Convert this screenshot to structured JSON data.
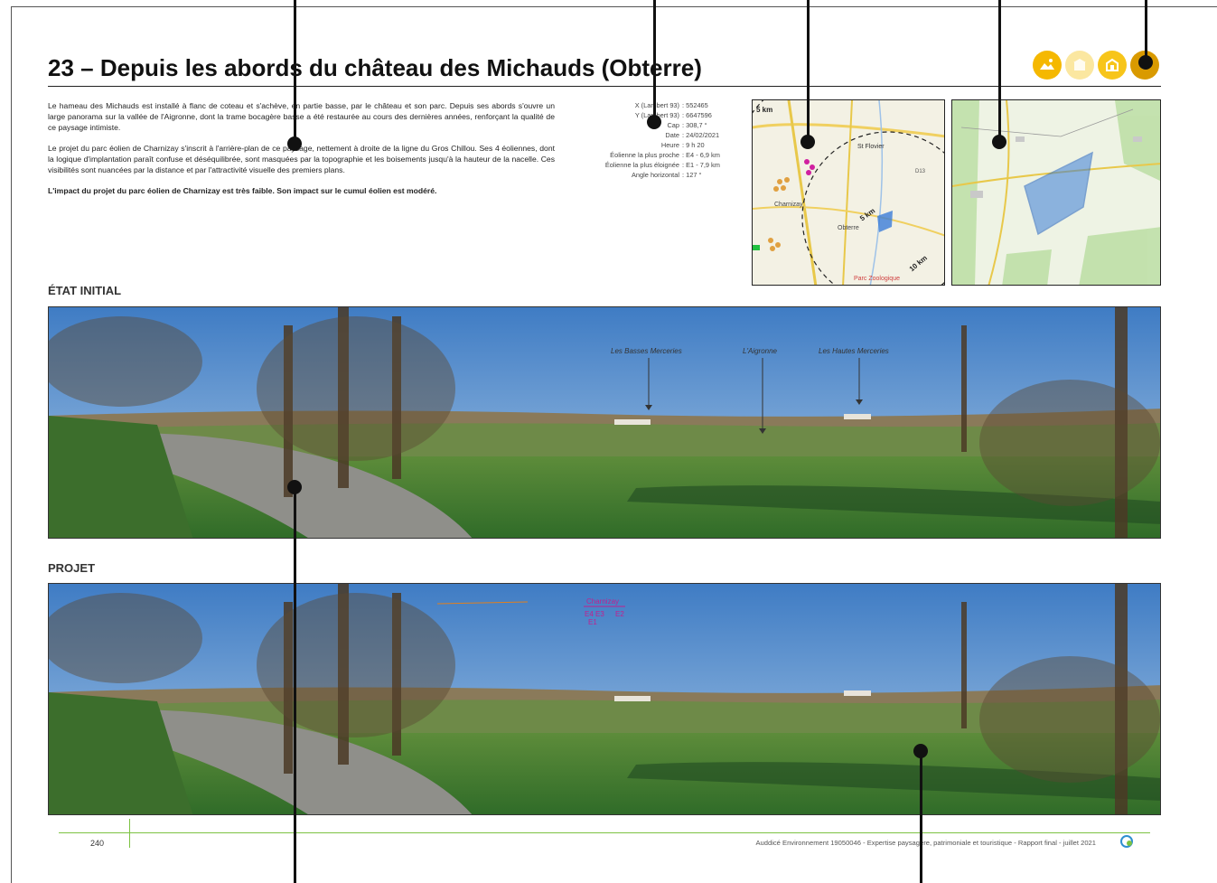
{
  "title": "23 – Depuis les abords du château des Michauds (Obterre)",
  "header_icons": [
    "landscape-icon",
    "heritage-icon",
    "tourism-icon",
    "cumulative-icon"
  ],
  "intro": {
    "p1": "Le hameau des Michauds est installé à flanc de coteau et s'achève, en partie basse, par le château et son parc. Depuis ses abords s'ouvre un large panorama sur la vallée de l'Aigronne, dont la trame bocagère basse a été restaurée au cours des dernières années, renforçant la qualité de ce paysage intimiste.",
    "p2": "Le projet du parc éolien de Charnizay s'inscrit à l'arrière-plan de ce paysage, nettement à droite de la ligne du Gros Chillou. Ses 4 éoliennes, dont la logique d'implantation paraît confuse et déséquilibrée, sont masquées par la topographie et les boisements jusqu'à la hauteur de la nacelle. Ces visibilités sont nuancées par la distance et par l'attractivité visuelle des premiers plans.",
    "p3": "L'impact du projet du parc éolien de Charnizay est très faible. Son impact sur le cumul éolien est modéré."
  },
  "meta": [
    {
      "key": "X (Lambert 93)",
      "value": ": 552465"
    },
    {
      "key": "Y (Lambert 93)",
      "value": ": 6647596"
    },
    {
      "key": "Cap",
      "value": ": 308,7 °"
    },
    {
      "key": "Date",
      "value": ": 24/02/2021"
    },
    {
      "key": "Heure",
      "value": ": 9 h 20"
    },
    {
      "key": "Éolienne la plus proche",
      "value": ": E4 - 6,9 km"
    },
    {
      "key": "Éolienne la plus éloignée",
      "value": ": E1 - 7,9 km"
    },
    {
      "key": "Angle horizontal",
      "value": ": 127 °"
    }
  ],
  "map1": {
    "labels": [
      "5 km",
      "St Flovier",
      "D13",
      "5 km",
      "10 km",
      "Parc Zoologique",
      "Charnizay",
      "Obterre"
    ]
  },
  "sections": {
    "initial": "ÉTAT INITIAL",
    "project": "PROJET"
  },
  "annotations": {
    "basses_merceries": "Les Basses Merceries",
    "aigronne": "L'Aigronne",
    "hautes_merceries": "Les Hautes Merceries"
  },
  "project_labels": {
    "park": "Charnizay",
    "turbines_a": "E4 E3",
    "turbines_b": "E2",
    "turbines_c": "E1"
  },
  "footer": {
    "page_number": "240",
    "text": "Auddicé Environnement 19050046 - Expertise paysagère, patrimoniale et touristique - Rapport final - juillet 2021",
    "logo": "auddice-logo"
  },
  "colors": {
    "accent_green": "#7cc242",
    "icon_yellow": "#f5b800",
    "turbine_magenta": "#c0208f",
    "map_blue": "#3b7dd8"
  }
}
